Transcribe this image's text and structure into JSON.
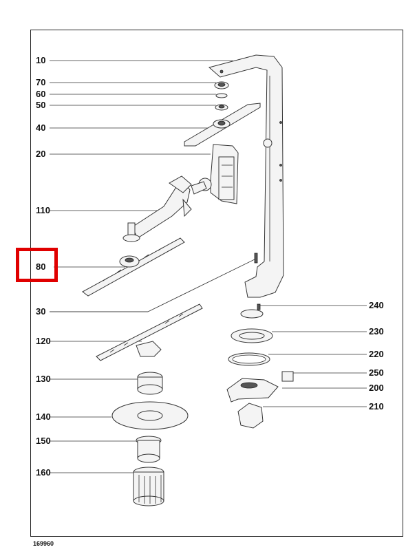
{
  "labels_left": [
    {
      "id": "10",
      "text": "10"
    },
    {
      "id": "70",
      "text": "70"
    },
    {
      "id": "60",
      "text": "60"
    },
    {
      "id": "50",
      "text": "50"
    },
    {
      "id": "40",
      "text": "40"
    },
    {
      "id": "20",
      "text": "20"
    },
    {
      "id": "110",
      "text": "110"
    },
    {
      "id": "80",
      "text": "80"
    },
    {
      "id": "30",
      "text": "30"
    },
    {
      "id": "120",
      "text": "120"
    },
    {
      "id": "130",
      "text": "130"
    },
    {
      "id": "140",
      "text": "140"
    },
    {
      "id": "150",
      "text": "150"
    },
    {
      "id": "160",
      "text": "160"
    }
  ],
  "labels_right": [
    {
      "id": "240",
      "text": "240"
    },
    {
      "id": "230",
      "text": "230"
    },
    {
      "id": "220",
      "text": "220"
    },
    {
      "id": "250",
      "text": "250"
    },
    {
      "id": "200",
      "text": "200"
    },
    {
      "id": "210",
      "text": "210"
    }
  ],
  "highlighted_label": "80",
  "highlight_color": "#e00000",
  "document_number": "169960"
}
